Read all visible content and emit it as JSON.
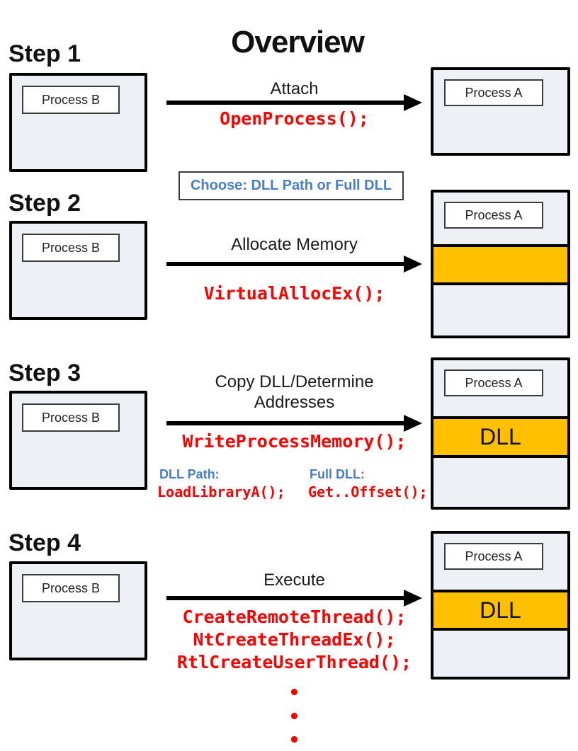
{
  "title": "Overview",
  "palette": {
    "api_call_red": "#ff0000",
    "note_blue": "#4a7dc8",
    "allocated_region_orange": "#ffc000",
    "process_fill_gray": "#edf0f5",
    "outline_black": "#000000"
  },
  "choose_note": {
    "text": "Choose: DLL Path or Full DLL"
  },
  "steps": [
    {
      "label": "Step 1",
      "source_process": "Process B",
      "target_process": "Process A",
      "arrow_label_lines": [
        "Attach"
      ],
      "api_calls": [
        "OpenProcess();"
      ]
    },
    {
      "label": "Step 2",
      "source_process": "Process B",
      "target_process": "Process A",
      "arrow_label_lines": [
        "Allocate Memory"
      ],
      "api_calls": [
        "VirtualAllocEx();"
      ],
      "allocated_region_label": ""
    },
    {
      "label": "Step 3",
      "source_process": "Process B",
      "target_process": "Process A",
      "arrow_label_lines": [
        "Copy DLL/Determine",
        "Addresses"
      ],
      "api_calls": [
        "WriteProcessMemory();"
      ],
      "allocated_region_label": "DLL",
      "options": [
        {
          "title": "DLL Path:",
          "code": "LoadLibraryA();"
        },
        {
          "title": "Full DLL:",
          "code": "Get..Offset();"
        }
      ]
    },
    {
      "label": "Step 4",
      "source_process": "Process B",
      "target_process": "Process A",
      "arrow_label_lines": [
        "Execute"
      ],
      "api_calls": [
        "CreateRemoteThread();",
        "NtCreateThreadEx();",
        "RtlCreateUserThread();"
      ],
      "allocated_region_label": "DLL",
      "more_indicator": [
        "•",
        "•",
        "•"
      ]
    }
  ]
}
